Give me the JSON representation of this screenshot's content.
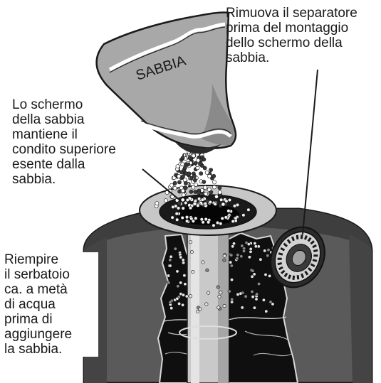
{
  "bag": {
    "label": "SABBIA"
  },
  "captions": {
    "separator": "Rimuova il separatore\nprima del montaggio\ndello schermo della\nsabbia.",
    "screen": "Lo schermo\ndella sabbia\nmantiene il\ncondito superiore\nesente dalla\nsabbia.",
    "fill": "Riempire\nil serbatoio\nca. a metà\ndi acqua\nprima di\naggiungere\nla sabbia."
  },
  "colors": {
    "tank": "#555555",
    "tank_dark": "#333333",
    "bag": "#a8a8a8",
    "interior": "#101010",
    "funnel_ring": "#bdbdbd",
    "pipe": "#c9c9c9"
  }
}
